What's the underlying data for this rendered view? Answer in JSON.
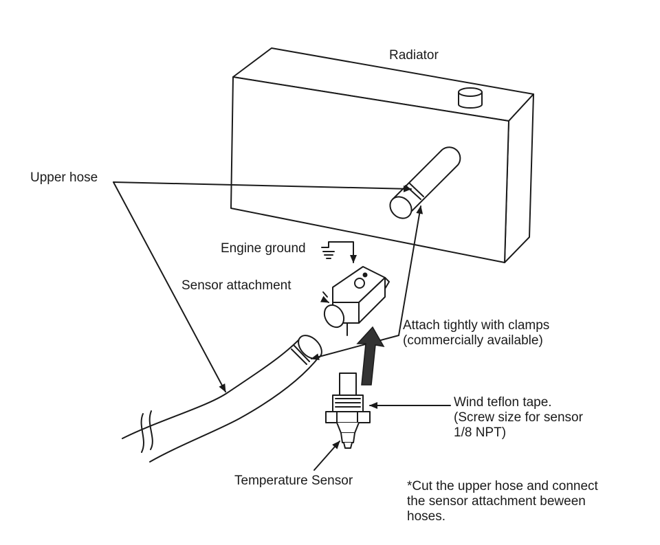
{
  "labels": {
    "radiator": "Radiator",
    "upper_hose": "Upper hose",
    "engine_ground": "Engine ground",
    "sensor_attachment": "Sensor attachment",
    "clamps_line1": "Attach tightly with clamps",
    "clamps_line2": "(commercially available)",
    "teflon_line1": "Wind teflon tape.",
    "teflon_line2": "(Screw size for sensor",
    "teflon_line3": "1/8 NPT)",
    "temperature_sensor": "Temperature Sensor",
    "note_line1": "*Cut the upper hose and connect",
    "note_line2": "the sensor attachment beween",
    "note_line3": "hoses."
  },
  "colors": {
    "ink": "#1a1a1a",
    "paper": "#ffffff",
    "arrow_fill": "#333333"
  }
}
